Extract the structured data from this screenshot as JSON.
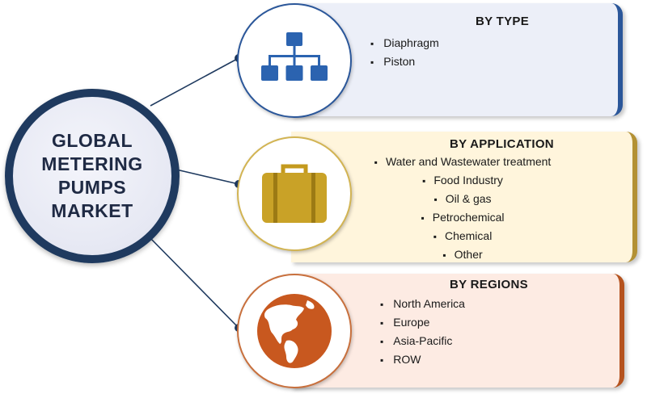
{
  "center": {
    "title_lines": [
      "GLOBAL",
      "METERING",
      "PUMPS",
      "MARKET"
    ]
  },
  "segments": [
    {
      "title": "BY TYPE",
      "icon": "hierarchy-icon",
      "accent": "#2b579a",
      "items": [
        "Diaphragm",
        "Piston"
      ]
    },
    {
      "title": "BY APPLICATION",
      "icon": "briefcase-icon",
      "accent": "#c9a227",
      "items": [
        "Water and Wastewater treatment",
        "Food Industry",
        "Oil & gas",
        "Petrochemical",
        "Chemical",
        "Other"
      ]
    },
    {
      "title": "BY REGIONS",
      "icon": "globe-icon",
      "accent": "#c8581f",
      "items": [
        "North America",
        "Europe",
        "Asia-Pacific",
        "ROW"
      ]
    }
  ]
}
